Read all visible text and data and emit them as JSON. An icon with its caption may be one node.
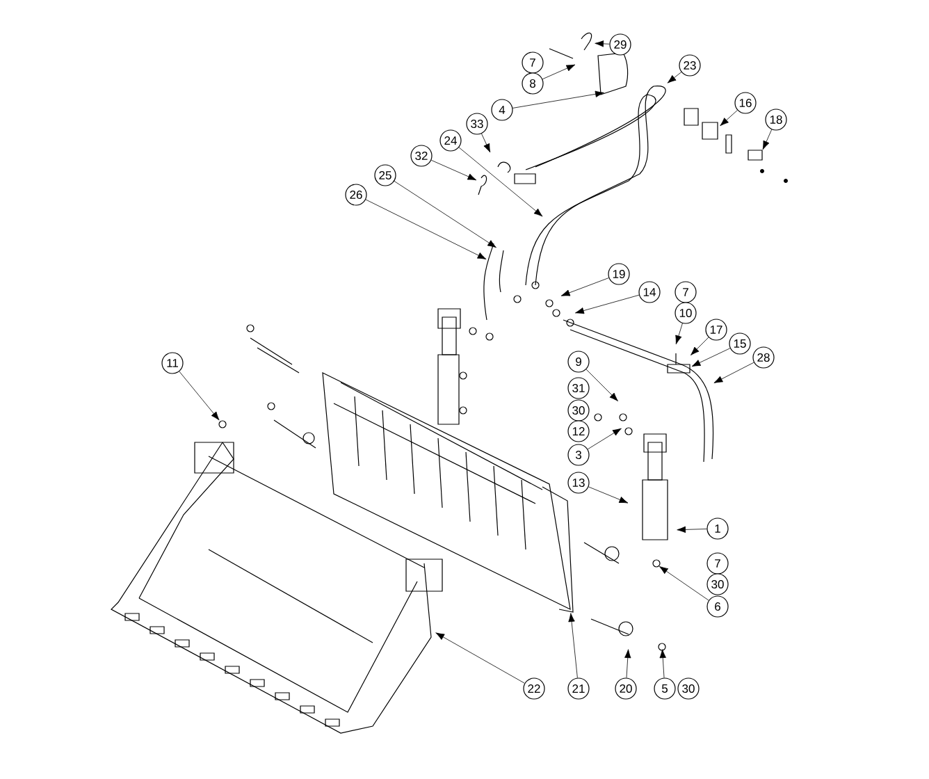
{
  "diagram": {
    "nodes": [
      {
        "text": [
          "29"
        ]
      },
      {
        "text": [
          "7"
        ]
      },
      {
        "text": [
          "8"
        ]
      },
      {
        "text": [
          "23"
        ]
      },
      {
        "text": [
          "4"
        ]
      },
      {
        "text": [
          "16"
        ]
      },
      {
        "text": [
          "18"
        ]
      },
      {
        "text": [
          "33"
        ]
      },
      {
        "text": [
          "24"
        ]
      },
      {
        "text": [
          "32"
        ]
      },
      {
        "text": [
          "25"
        ]
      },
      {
        "text": [
          "26"
        ]
      },
      {
        "text": [
          "19"
        ]
      },
      {
        "text": [
          "14"
        ]
      },
      {
        "text": [
          "7"
        ]
      },
      {
        "text": [
          "10"
        ]
      },
      {
        "text": [
          "17"
        ]
      },
      {
        "text": [
          "15"
        ]
      },
      {
        "text": [
          "28"
        ]
      },
      {
        "text": [
          "11"
        ]
      },
      {
        "text": [
          "9"
        ]
      },
      {
        "text": [
          "31"
        ]
      },
      {
        "text": [
          "30"
        ]
      },
      {
        "text": [
          "12"
        ]
      },
      {
        "text": [
          "3"
        ]
      },
      {
        "text": [
          "13"
        ]
      },
      {
        "text": [
          "1"
        ]
      },
      {
        "text": [
          "7"
        ]
      },
      {
        "text": [
          "30"
        ]
      },
      {
        "text": [
          "6"
        ]
      },
      {
        "text": [
          "22"
        ]
      },
      {
        "text": [
          "21"
        ]
      },
      {
        "text": [
          "20"
        ]
      },
      {
        "text": [
          "5"
        ]
      },
      {
        "text": [
          "30"
        ]
      }
    ],
    "edges": [
      {
        "from": 0,
        "to": null,
        "arrow": "to"
      },
      {
        "from": 2,
        "to": null,
        "arrow": "to"
      },
      {
        "from": 3,
        "to": null,
        "arrow": "to"
      },
      {
        "from": 4,
        "to": null,
        "arrow": "to"
      },
      {
        "from": 5,
        "to": null,
        "arrow": "to"
      },
      {
        "from": 6,
        "to": null,
        "arrow": "to"
      },
      {
        "from": 7,
        "to": null,
        "arrow": "to"
      },
      {
        "from": 8,
        "to": null,
        "arrow": "to"
      },
      {
        "from": 9,
        "to": null,
        "arrow": "to"
      },
      {
        "from": 10,
        "to": null,
        "arrow": "to"
      },
      {
        "from": 11,
        "to": null,
        "arrow": "to"
      },
      {
        "from": 12,
        "to": null,
        "arrow": "to"
      },
      {
        "from": 13,
        "to": null,
        "arrow": "to"
      },
      {
        "from": 15,
        "to": null,
        "arrow": "to"
      },
      {
        "from": 16,
        "to": null,
        "arrow": "to"
      },
      {
        "from": 17,
        "to": null,
        "arrow": "to"
      },
      {
        "from": 18,
        "to": null,
        "arrow": "to"
      },
      {
        "from": 19,
        "to": null,
        "arrow": "to"
      },
      {
        "from": 20,
        "to": null,
        "arrow": "to"
      },
      {
        "from": 24,
        "to": null,
        "arrow": "to"
      },
      {
        "from": 25,
        "to": null,
        "arrow": "to"
      },
      {
        "from": 26,
        "to": null,
        "arrow": "to"
      },
      {
        "from": 29,
        "to": null,
        "arrow": "to"
      },
      {
        "from": 30,
        "to": null,
        "arrow": "to"
      },
      {
        "from": 31,
        "to": null,
        "arrow": "to"
      },
      {
        "from": 32,
        "to": null,
        "arrow": "to"
      },
      {
        "from": 33,
        "to": null,
        "arrow": "to"
      }
    ]
  }
}
